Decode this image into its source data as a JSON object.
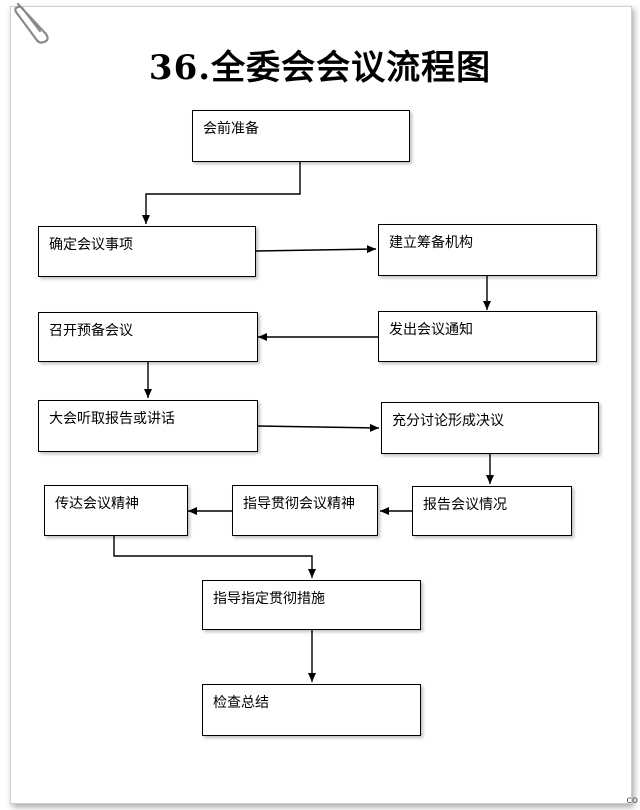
{
  "title": "36.全委会会议流程图",
  "nodes": {
    "prep": "会前准备",
    "confirm": "确定会议事项",
    "setup_org": "建立筹备机构",
    "pre_meeting": "召开预备会议",
    "notice": "发出会议通知",
    "report_speech": "大会听取报告或讲话",
    "discuss": "充分讨论形成决议",
    "spread": "传达会议精神",
    "guide_impl": "指导贯彻会议精神",
    "report_status": "报告会议情况",
    "guide_measures": "指导指定贯彻措施",
    "review": "检查总结"
  },
  "corner_mark": "co",
  "icons": {
    "clip": "paperclip-icon"
  }
}
